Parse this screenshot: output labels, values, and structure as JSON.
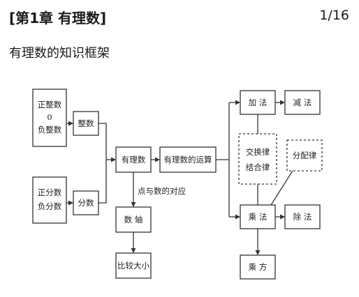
{
  "header": {
    "title": "[第1章 有理数]",
    "page": "1/16"
  },
  "subtitle": "有理数的知识框架",
  "diagram": {
    "integer_group": [
      "正整数",
      "0",
      "负整数"
    ],
    "fraction_group": [
      "正分数",
      "负分数"
    ],
    "integer": "整数",
    "fraction": "分数",
    "rational": "有理数",
    "operations": "有理数的运算",
    "correspondence": "点与数的对应",
    "number_line": "数 轴",
    "compare": "比较大小",
    "add": "加 法",
    "subtract": "减 法",
    "laws": [
      "交换律",
      "结合律"
    ],
    "distributive": "分配律",
    "multiply": "乘 法",
    "divide": "除 法",
    "power": "乘 方"
  }
}
